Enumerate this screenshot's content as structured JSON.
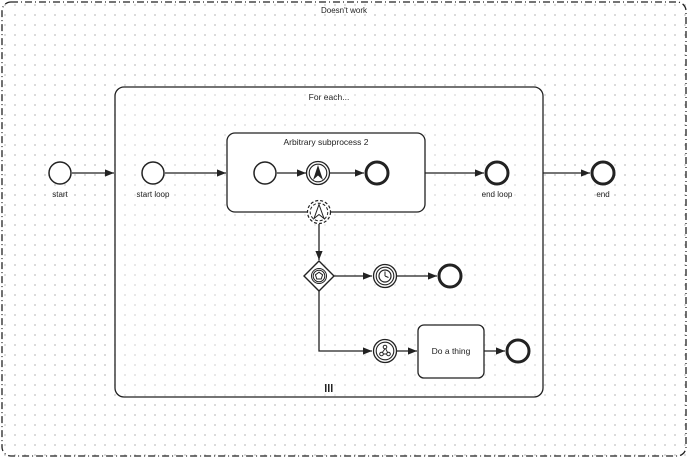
{
  "diagram": {
    "pool_title": "Doesn't work",
    "loop_subprocess_title": "For each...",
    "inner_subprocess_title": "Arbitrary subprocess 2",
    "start_label": "start",
    "start_loop_label": "start loop",
    "end_loop_label": "end loop",
    "end_label": "end",
    "task_label": "Do a thing"
  },
  "icons": {
    "escalation_throw": "escalation-intermediate-throw-icon",
    "escalation_boundary": "escalation-boundary-noninterrupting-icon",
    "event_based_gateway": "event-based-gateway-icon",
    "timer_catch": "timer-intermediate-catch-icon",
    "signal_catch": "webhook-intermediate-catch-icon",
    "multi_instance_marker": "parallel-multi-instance-marker-icon"
  },
  "colors": {
    "stroke": "#222222",
    "background": "#ffffff",
    "grid_dot": "#cfcfcf"
  }
}
